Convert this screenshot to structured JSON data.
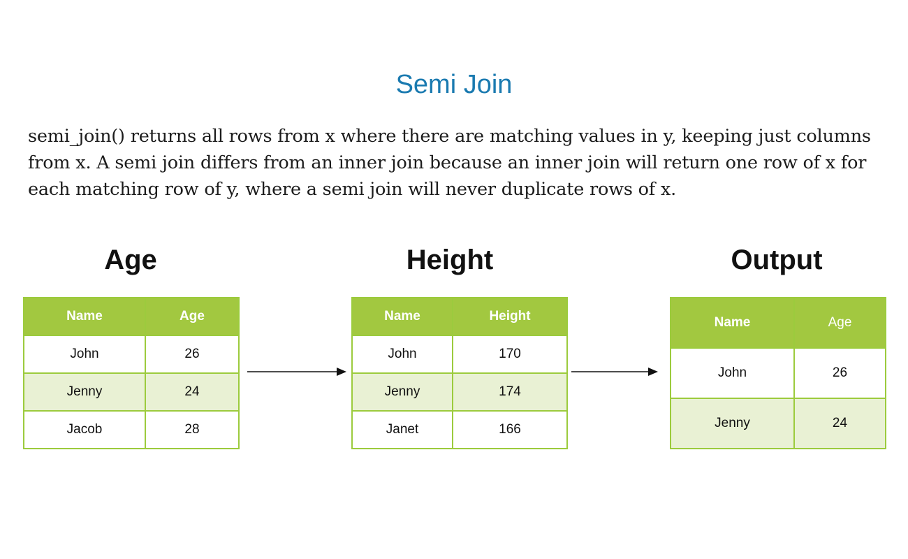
{
  "title": "Semi Join",
  "description": "semi_join() returns all rows from x where there are matching values in y, keeping just columns from x. A semi join differs from an inner join because an inner join will return one row of x for each matching row of y, where a semi join will never duplicate rows of x.",
  "tables": {
    "age": {
      "title": "Age",
      "headers": [
        "Name",
        "Age"
      ],
      "rows": [
        [
          "John",
          "26"
        ],
        [
          "Jenny",
          "24"
        ],
        [
          "Jacob",
          "28"
        ]
      ]
    },
    "height": {
      "title": "Height",
      "headers": [
        "Name",
        "Height"
      ],
      "rows": [
        [
          "John",
          "170"
        ],
        [
          "Jenny",
          "174"
        ],
        [
          "Janet",
          "166"
        ]
      ]
    },
    "output": {
      "title": "Output",
      "headers": [
        "Name",
        "Age"
      ],
      "rows": [
        [
          "John",
          "26"
        ],
        [
          "Jenny",
          "24"
        ]
      ]
    }
  },
  "colors": {
    "header_green": "#a2c840",
    "border_green": "#9ccb3d",
    "alt_row": "#e9f1d4",
    "title_blue": "#1a7ab0"
  }
}
